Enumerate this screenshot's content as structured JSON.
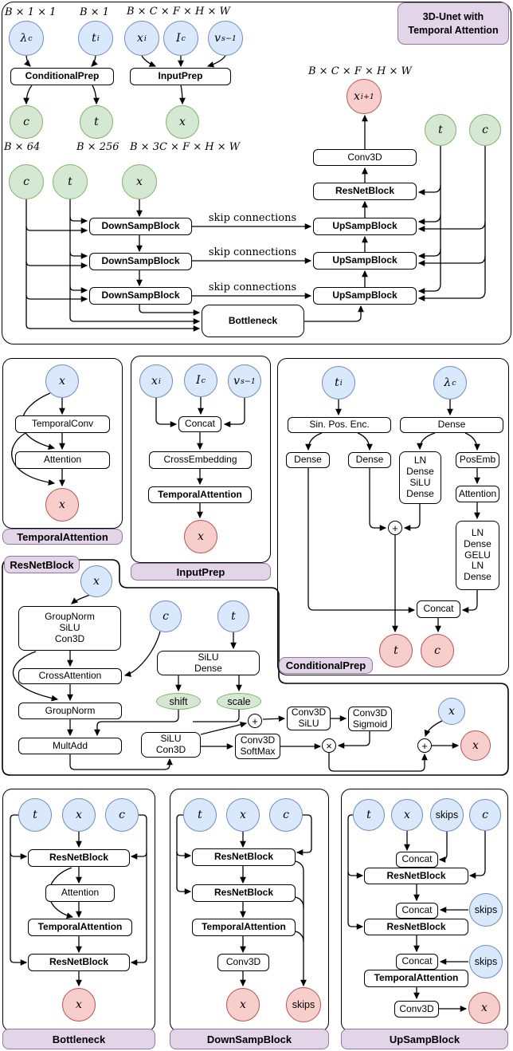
{
  "badge": "3D-Unet with\nTemporal Attention",
  "dims": {
    "b11": "B × 1 × 1",
    "b1": "B × 1",
    "bcfhw": "B × C × F × H × W",
    "bcfhw_out": "B × C × F × H × W",
    "b64": "B × 64",
    "b256": "B × 256",
    "b3cfhw": "B × 3C × F × H × W"
  },
  "skip_label": "skip connections",
  "nodes": {
    "lambda": {
      "base": "λ",
      "sub": "c"
    },
    "ti": {
      "base": "t",
      "sub": "i"
    },
    "xi": {
      "base": "x",
      "sub": "i"
    },
    "Ic": {
      "base": "I",
      "sub": "c"
    },
    "vs": {
      "base": "v",
      "sub": "s−1"
    },
    "xi1": {
      "base": "x",
      "sub": "i+1"
    },
    "c": "c",
    "t": "t",
    "x": "x",
    "skips": "skips",
    "shift": "shift",
    "scale": "scale"
  },
  "ops": {
    "plus": "+",
    "times": "×"
  },
  "blocks": {
    "conditional_prep": "ConditionalPrep",
    "input_prep": "InputPrep",
    "downsamp_block": "DownSampBlock",
    "upsamp_block": "UpSampBlock",
    "resnet_block": "ResNetBlock",
    "bottleneck": "Bottleneck",
    "conv3d": "Conv3D",
    "temporal_conv": "TemporalConv",
    "attention": "Attention",
    "temporal_attention": "TemporalAttention",
    "concat": "Concat",
    "cross_embedding": "CrossEmbedding",
    "sin_pos_enc": "Sin. Pos. Enc.",
    "dense": "Dense",
    "ln_dense_silu": "LN\nDense\nSiLU\nDense",
    "pos_emb": "PosEmb",
    "ln_dense_gelu": "LN\nDense\nGELU\nLN\nDense",
    "groupnorm_silu_con3d": "GroupNorm\nSiLU\nCon3D",
    "cross_attention": "CrossAttention",
    "group_norm": "GroupNorm",
    "mult_add": "MultAdd",
    "silu_dense": "SiLU\nDense",
    "silu_con3d": "SiLU\nCon3D",
    "conv3d_softmax": "Conv3D\nSoftMax",
    "conv3d_silu": "Conv3D\nSiLU",
    "conv3d_sigmoid": "Conv3D\nSigmoid"
  },
  "panels": {
    "temporal_attention": "TemporalAttention",
    "input_prep": "InputPrep",
    "conditional_prep": "ConditionalPrep",
    "resnet_block": "ResNetBlock",
    "bottleneck": "Bottleneck",
    "downsamp_block": "DownSampBlock",
    "upsamp_block": "UpSampBlock"
  },
  "colors": {
    "input_node_fill": "#dae8fc",
    "input_node_stroke": "#6c8ebf",
    "mid_node_fill": "#d5e8d4",
    "mid_node_stroke": "#82b366",
    "output_node_fill": "#f8cecc",
    "output_node_stroke": "#b85450",
    "label_fill": "#e1d5e7",
    "label_stroke": "#9673a6"
  }
}
